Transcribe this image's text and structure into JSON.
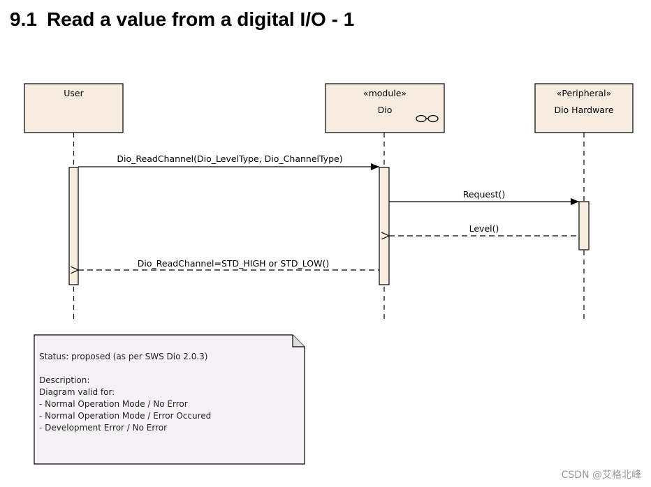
{
  "section": {
    "number": "9.1",
    "title": "Read a value from a digital I/O - 1"
  },
  "colors": {
    "lifeline_fill": "#f7ece0",
    "note_fill": "#f5f2f5",
    "line": "#000000"
  },
  "lifelines": [
    {
      "stereotype": "",
      "name": "User"
    },
    {
      "stereotype": "«module»",
      "name": "Dio",
      "icon": "module-icon"
    },
    {
      "stereotype": "«Peripheral»",
      "name": "Dio Hardware"
    }
  ],
  "messages": [
    {
      "from": "User",
      "to": "Dio",
      "label": "Dio_ReadChannel(Dio_LevelType, Dio_ChannelType)",
      "kind": "sync"
    },
    {
      "from": "Dio",
      "to": "Dio Hardware",
      "label": "Request()",
      "kind": "sync"
    },
    {
      "from": "Dio Hardware",
      "to": "Dio",
      "label": "Level()",
      "kind": "return"
    },
    {
      "from": "Dio",
      "to": "User",
      "label": "Dio_ReadChannel=STD_HIGH or STD_LOW()",
      "kind": "return"
    }
  ],
  "note": {
    "status": "Status: proposed (as per SWS Dio 2.0.3)",
    "description_label": "Description:",
    "valid_for": "Diagram valid for:",
    "items": [
      "- Normal Operation Mode / No Error",
      "- Normal Operation Mode / Error Occured",
      "- Development Error / No Error"
    ]
  },
  "watermark": "CSDN @艾格北峰"
}
